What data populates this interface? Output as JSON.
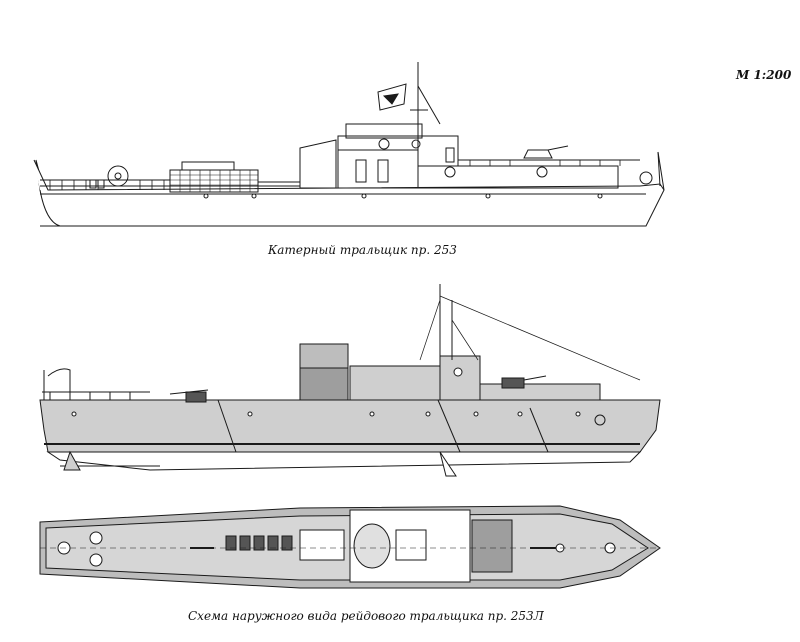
{
  "scale_label": "М 1:200",
  "captions": {
    "minesweeper_253": "Катерный тральщик пр. 253",
    "minesweeper_253L": "Схема наружного вида рейдового тральщика пр. 253Л"
  },
  "colors": {
    "ink": "#1a1a1a",
    "hull_gray": "#cfcfcf",
    "deck_gray": "#bdbdbd",
    "dark": "#333333",
    "paper": "#ffffff"
  }
}
